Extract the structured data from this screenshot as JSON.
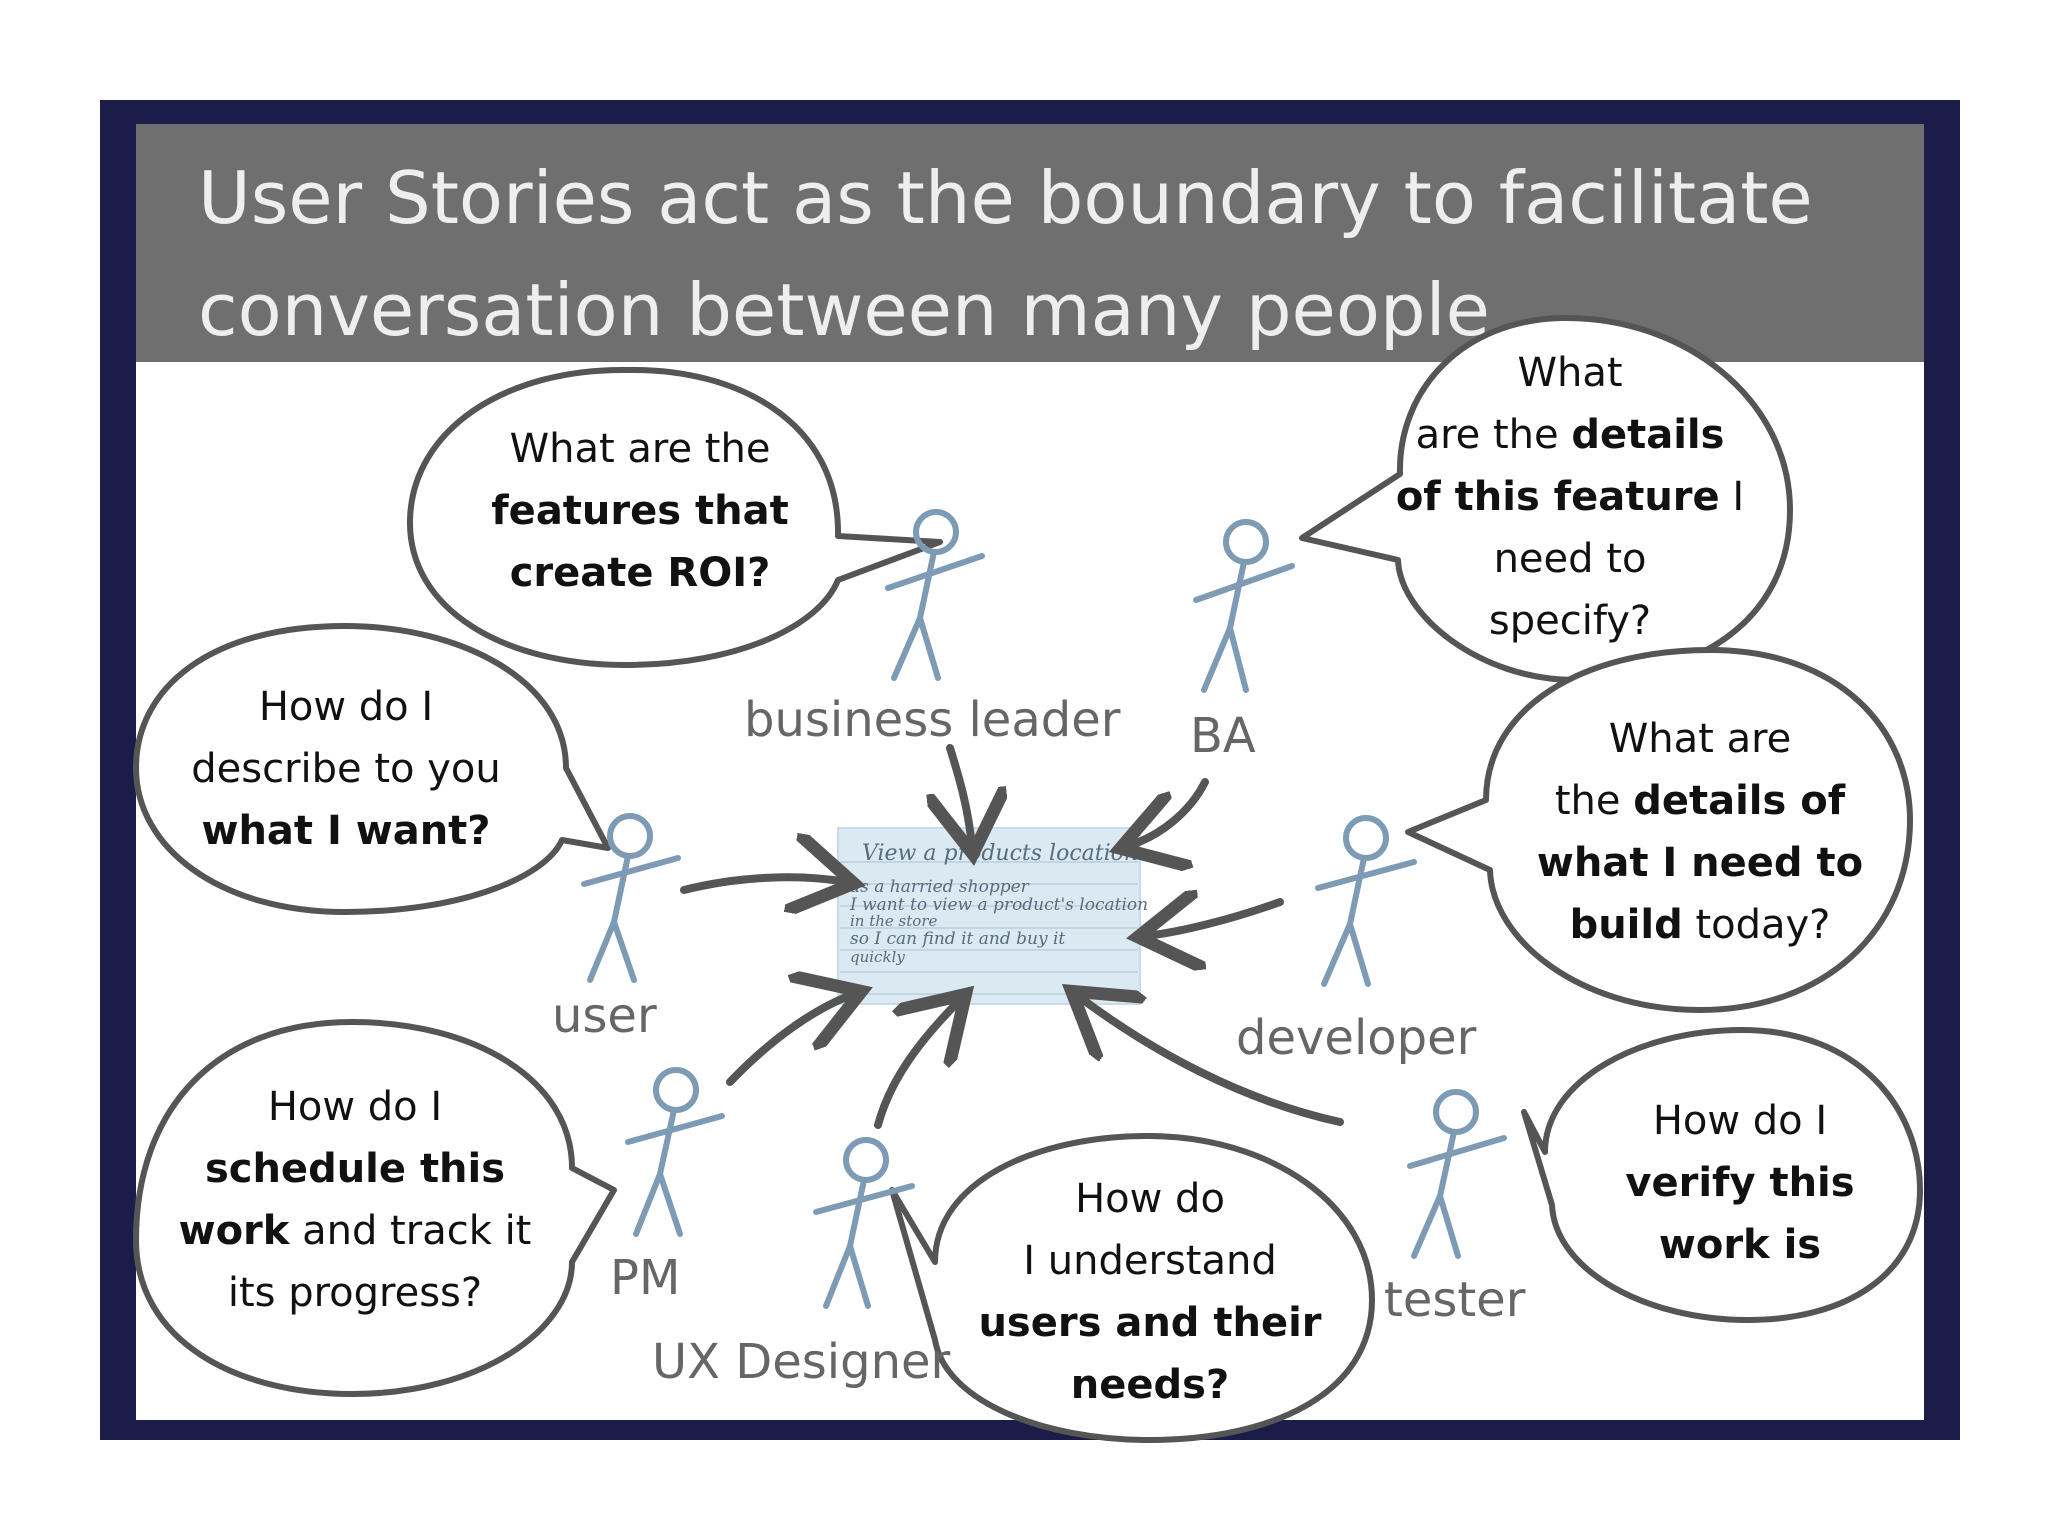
{
  "title": {
    "line1": "User Stories act as the boundary to facilitate",
    "line2": "conversation between many people"
  },
  "roles": {
    "business_leader": "business leader",
    "ba": "BA",
    "user": "user",
    "developer": "developer",
    "pm": "PM",
    "ux_designer": "UX Designer",
    "tester": "tester"
  },
  "bubbles": {
    "business_leader": {
      "l1": "What are the",
      "l2": "features that",
      "l3": "create ROI?"
    },
    "ba": {
      "l1": "What",
      "l2a": "are the ",
      "l2b": "details",
      "l3a": "of this feature",
      "l3b": " I",
      "l4": "need to",
      "l5": "specify?"
    },
    "user": {
      "l1": "How do I",
      "l2": "describe to you",
      "l3": "what I want?"
    },
    "developer": {
      "l1": "What are",
      "l2a": "the ",
      "l2b": "details of",
      "l3": "what I need to",
      "l4a": "build",
      "l4b": " today?"
    },
    "pm": {
      "l1": "How do I",
      "l2": "schedule this",
      "l3a": "work",
      "l3b": " and track it",
      "l4": "its progress?"
    },
    "ux_designer": {
      "l1": "How do",
      "l2": "I understand",
      "l3": "users and their",
      "l4": "needs?"
    },
    "tester": {
      "l1": "How do I",
      "l2": "verify this",
      "l3": "work is"
    }
  },
  "story_card": {
    "l1": "View a products location",
    "l2": "as a harried shopper",
    "l3": "I want to view a product's location",
    "l4": "in the store",
    "l5": "so I can find it and buy it",
    "l6": "quickly"
  },
  "colors": {
    "frame": "#1c1c4a",
    "title_bar": "#6f6f6f",
    "stick_figure": "#7d9bb4",
    "arrow": "#555555",
    "card": "#dbe9f2"
  }
}
